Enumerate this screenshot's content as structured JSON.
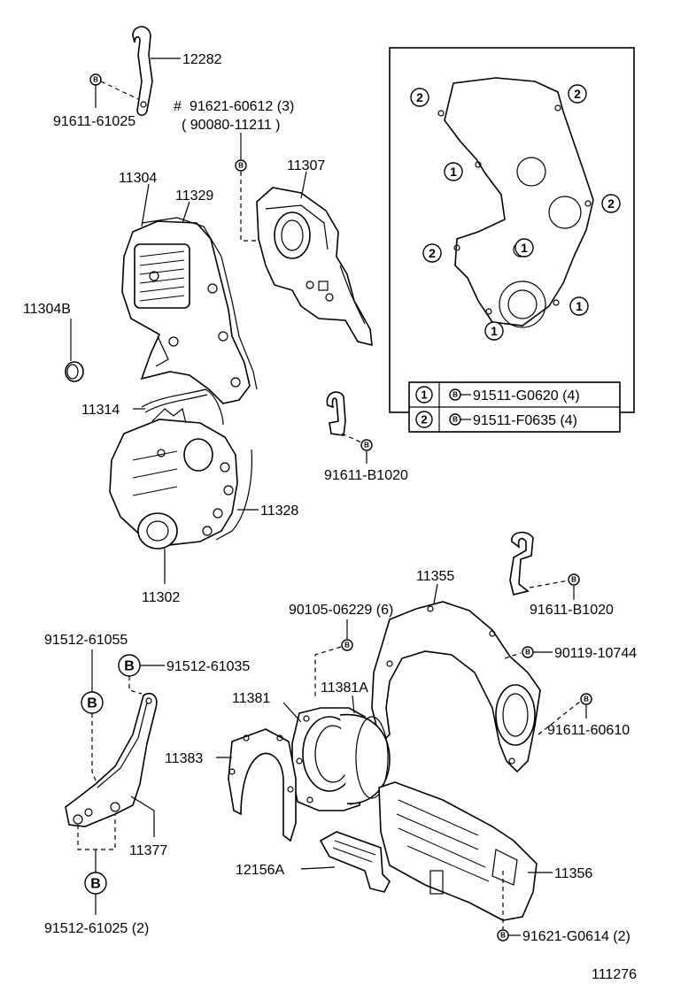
{
  "part_numbers": {
    "p12282": "12282",
    "p91611_61025": "91611-61025",
    "p91621_60612": "91621-60612 (3)",
    "p90080_11211": "( 90080-11211 )",
    "p11304": "11304",
    "p11329": "11329",
    "p11307": "11307",
    "p11304B": "11304B",
    "p11314": "11314",
    "p91611_B1020a": "91611-B1020",
    "p11328": "11328",
    "p11302": "11302",
    "p11355": "11355",
    "p91611_B1020b": "91611-B1020",
    "p90105_06229": "90105-06229 (6)",
    "p91512_61055": "91512-61055",
    "p91512_61035": "91512-61035",
    "p90119_10744": "90119-10744",
    "p11381": "11381",
    "p11381A": "11381A",
    "p91611_60610": "91611-60610",
    "p11383": "11383",
    "p11377": "11377",
    "p12156A": "12156A",
    "p11356": "11356",
    "p91512_61025": "91512-61025 (2)",
    "p91621_G0614": "91621-G0614 (2)"
  },
  "hash_mark": "#",
  "bolt_letter": "B",
  "inset": {
    "callouts": [
      "1",
      "2"
    ],
    "legend": [
      {
        "ref": "1",
        "part": "91511-G0620 (4)"
      },
      {
        "ref": "2",
        "part": "91511-F0635 (4)"
      }
    ]
  },
  "figure_number": "111276"
}
